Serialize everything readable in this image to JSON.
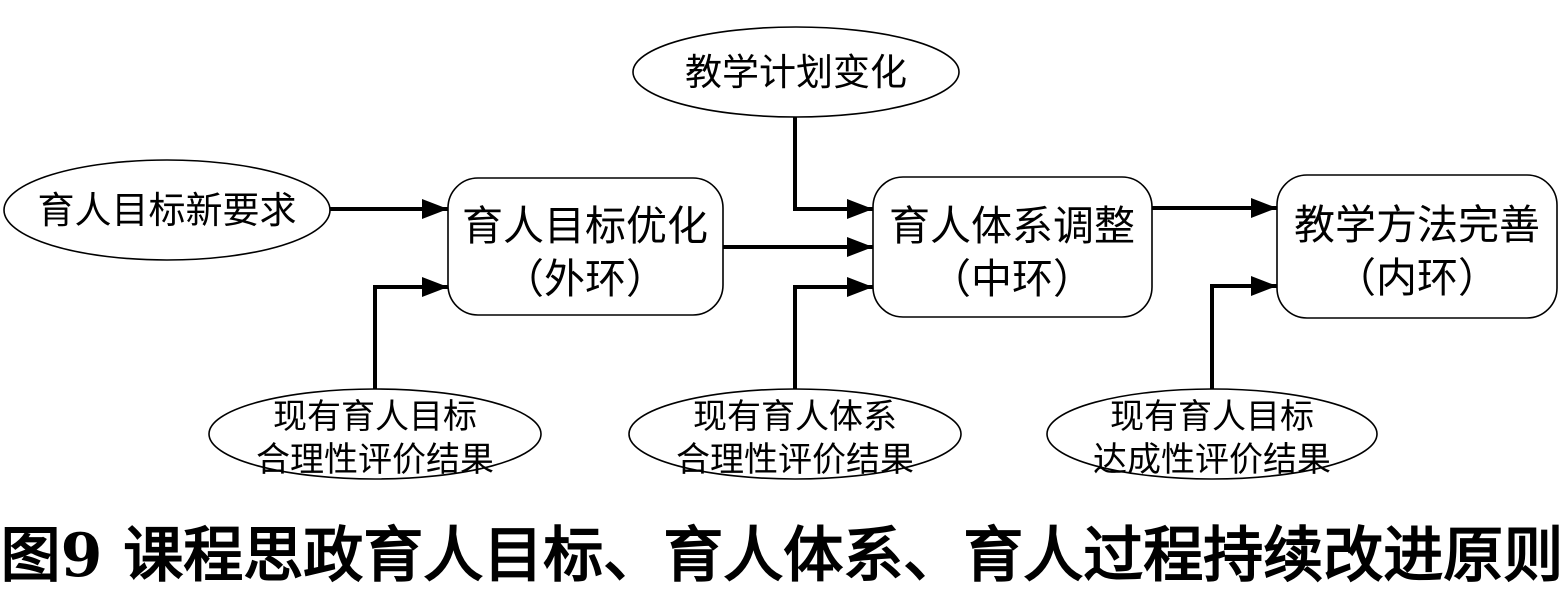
{
  "figure": {
    "caption": "图9 课程思政育人目标、育人体系、育人过程持续改进原则"
  },
  "colors": {
    "stroke": "#000000",
    "background": "#ffffff"
  },
  "nodes": {
    "input_top": {
      "label": "教学计划变化"
    },
    "input_left": {
      "label": "育人目标新要求"
    },
    "box_outer": {
      "line1": "育人目标优化",
      "line2": "（外环）"
    },
    "box_middle": {
      "line1": "育人体系调整",
      "line2": "（中环）"
    },
    "box_inner": {
      "line1": "教学方法完善",
      "line2": "（内环）"
    },
    "eval_left": {
      "line1": "现有育人目标",
      "line2": "合理性评价结果"
    },
    "eval_middle": {
      "line1": "现有育人体系",
      "line2": "合理性评价结果"
    },
    "eval_right": {
      "line1": "现有育人目标",
      "line2": "达成性评价结果"
    }
  },
  "edges": {
    "left_to_outer": "育人目标新要求 → 育人目标优化",
    "evalleft_to_outer": "现有育人目标合理性评价结果 → 育人目标优化",
    "outer_to_middle": "育人目标优化 → 育人体系调整",
    "top_to_middle": "教学计划变化 → 育人体系调整",
    "evalmiddle_to_middle": "现有育人体系合理性评价结果 → 育人体系调整",
    "middle_to_inner": "育人体系调整 → 教学方法完善",
    "evalright_to_inner": "现有育人目标达成性评价结果 → 教学方法完善"
  }
}
